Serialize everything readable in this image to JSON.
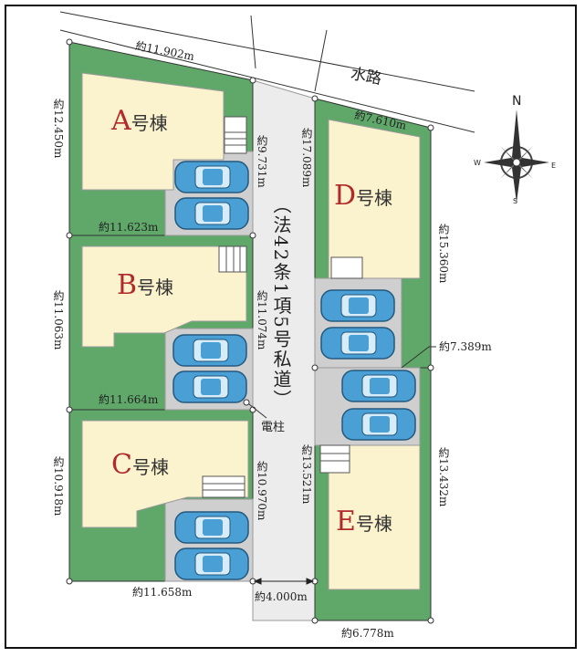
{
  "colors": {
    "lot": "#5fa86a",
    "building": "#fbf3cd",
    "parking": "#cfcfcf",
    "road": "#ececec",
    "car_body": "#4a9fd4",
    "car_glass": "#d6ecf8",
    "label": "#b12a2a"
  },
  "buildings": {
    "a": {
      "letter": "A",
      "suffix": "号棟"
    },
    "b": {
      "letter": "B",
      "suffix": "号棟"
    },
    "c": {
      "letter": "C",
      "suffix": "号棟"
    },
    "d": {
      "letter": "D",
      "suffix": "号棟"
    },
    "e": {
      "letter": "E",
      "suffix": "号棟"
    }
  },
  "dimensions": {
    "a_top": "約11.902m",
    "a_left": "約12.450m",
    "a_right": "約9.731m",
    "a_bottom": "約11.623m",
    "b_left": "約11.063m",
    "b_right": "約11.074m",
    "b_bottom": "約11.664m",
    "c_left": "約10.918m",
    "c_right": "約10.970m",
    "c_bottom": "約11.658m",
    "road_width": "約4.000m",
    "d_top": "約7.610m",
    "d_left": "約17.089m",
    "d_right": "約15.360m",
    "de_split": "約7.389m",
    "e_left": "約13.521m",
    "e_right": "約13.432m",
    "e_bottom": "約6.778m"
  },
  "labels": {
    "waterway": "水路",
    "road": "（法42条1項5号私道）",
    "utility_pole": "電柱"
  },
  "compass": {
    "n": "N",
    "s": "S",
    "e": "E",
    "w": "W"
  }
}
